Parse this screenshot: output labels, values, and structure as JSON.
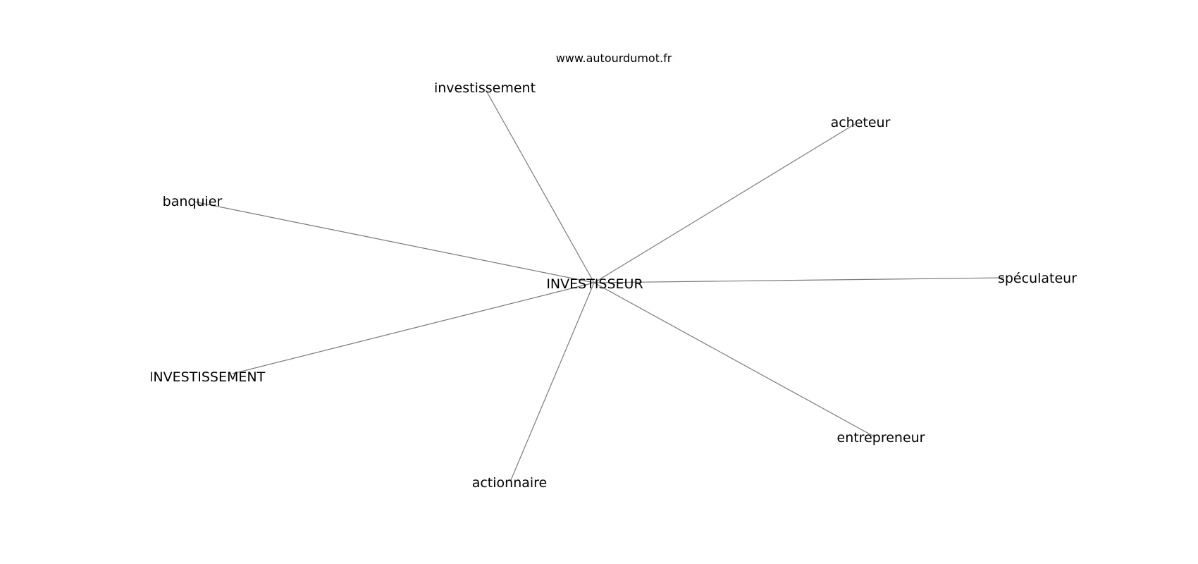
{
  "source_label": "www.autourdumot.fr",
  "center": {
    "label": "INVESTISSEUR"
  },
  "nodes": [
    {
      "id": "investissement",
      "label": "investissement"
    },
    {
      "id": "acheteur",
      "label": "acheteur"
    },
    {
      "id": "banquier",
      "label": "banquier"
    },
    {
      "id": "speculateur",
      "label": "spéculateur"
    },
    {
      "id": "investissement-upper",
      "label": "INVESTISSEMENT"
    },
    {
      "id": "entrepreneur",
      "label": "entrepreneur"
    },
    {
      "id": "actionnaire",
      "label": "actionnaire"
    }
  ],
  "edge_color": "#7a7a7a"
}
